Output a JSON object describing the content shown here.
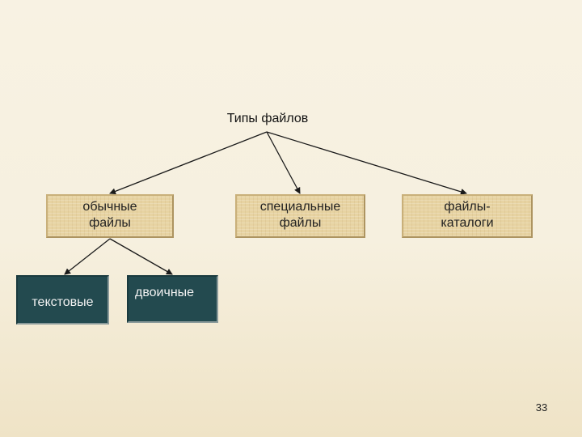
{
  "diagram": {
    "root": "Типы файлов",
    "level1": [
      {
        "line1": "обычные",
        "line2": "файлы"
      },
      {
        "line1": "специальные",
        "line2": "файлы"
      },
      {
        "line1": "файлы-",
        "line2": "каталоги"
      }
    ],
    "level2": [
      {
        "label": "текстовые"
      },
      {
        "label": "двоичные"
      }
    ]
  },
  "page_number": "33",
  "colors": {
    "background": "#f6f0df",
    "tan_box": "#e7d3a2",
    "dark_box": "#234a4f",
    "connector": "#1a1a1a"
  }
}
